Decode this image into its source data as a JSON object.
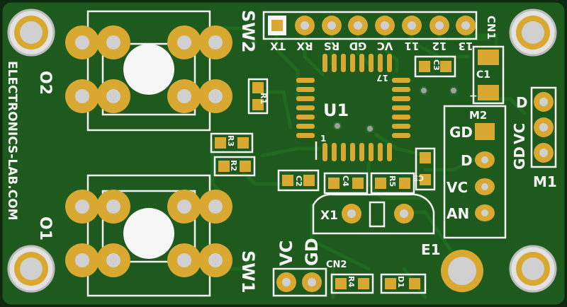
{
  "board": {
    "colors": {
      "mask": "#1e5a1e",
      "copper": "#d8a830",
      "silk": "#f4f4f4",
      "hole": "#d0d0d0"
    },
    "vertical_text": "ELECTRONICS-LAB.COM",
    "switch_labels": [
      "SW2",
      "SW1"
    ],
    "output_labels": [
      "O2",
      "O1"
    ],
    "cn1": {
      "ref": "CN1",
      "pins": [
        "TX",
        "RX",
        "RS",
        "GD",
        "VC",
        "11",
        "12",
        "13"
      ]
    },
    "u1": {
      "ref": "U1",
      "pin_first": "1",
      "pin_17": "17"
    },
    "crystal": "X1",
    "caps": [
      "C1",
      "C2",
      "C3",
      "C4",
      "C5"
    ],
    "resistors": [
      "R1",
      "R2",
      "R3",
      "R4",
      "R5"
    ],
    "led": "D1",
    "m2": {
      "ref": "M2",
      "pins": [
        "GD",
        "D",
        "VC",
        "AN"
      ]
    },
    "m1": {
      "ref": "M1",
      "labels": [
        "GD",
        "VC",
        "D"
      ]
    },
    "cn2": {
      "ref": "CN2",
      "pins": [
        "VC",
        "GD"
      ]
    },
    "e1": "E1",
    "plus": "+"
  }
}
